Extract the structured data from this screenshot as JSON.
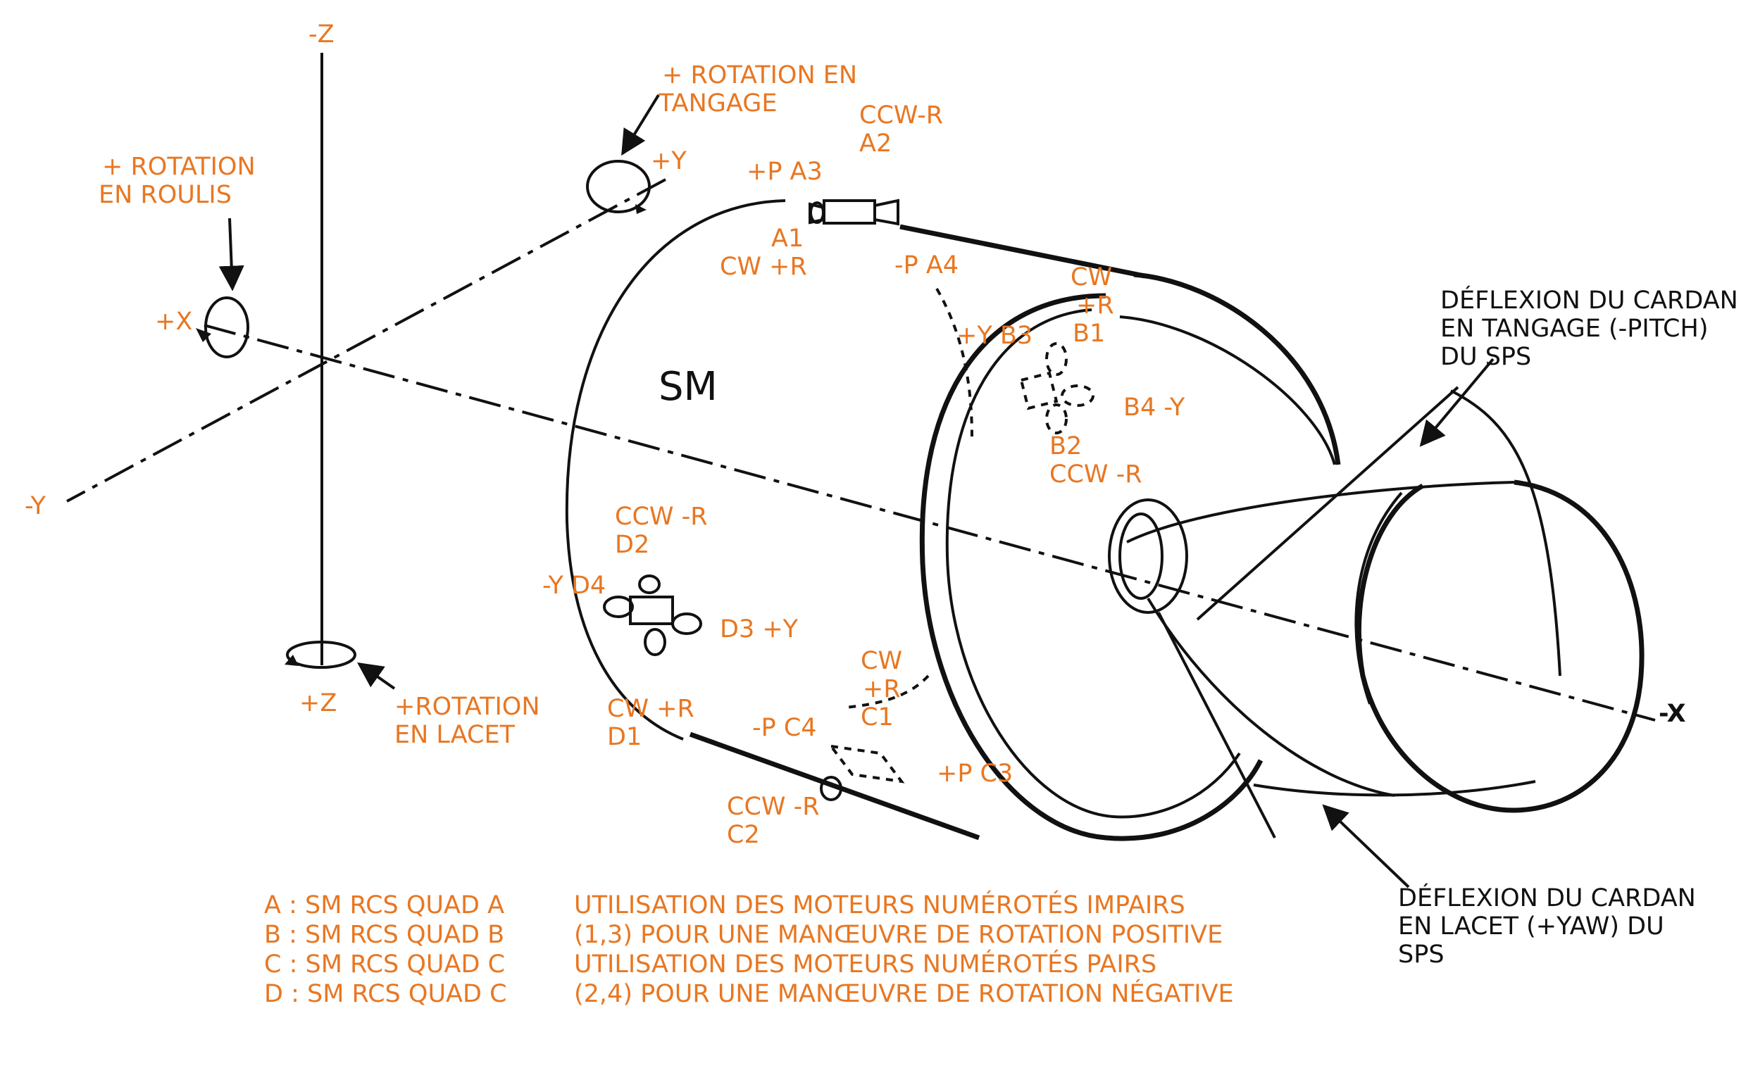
{
  "accent_color": "#e87722",
  "line_color": "#111111",
  "axes": {
    "neg_z": "-Z",
    "pos_y": "+Y",
    "pos_x": "+X",
    "neg_y": "-Y",
    "pos_z": "+Z",
    "neg_x": "-X"
  },
  "rotations": {
    "pitch": [
      "+ ROTATION EN",
      "TANGAGE"
    ],
    "roll": [
      "+ ROTATION",
      "EN ROULIS"
    ],
    "yaw": [
      "+ROTATION",
      "EN LACET"
    ]
  },
  "module_label": "SM",
  "quad_a": {
    "a2": [
      "CCW-R",
      "A2"
    ],
    "a3": "+P A3",
    "a1": [
      "A1",
      "CW +R"
    ],
    "a4": "-P A4"
  },
  "quad_b": {
    "b1": [
      "CW",
      "+R",
      "B1"
    ],
    "b3": "+Y B3",
    "b4": "B4 -Y",
    "b2": [
      "B2",
      "CCW -R"
    ]
  },
  "quad_d": {
    "d2": [
      "CCW -R",
      "D2"
    ],
    "d4": "-Y D4",
    "d3": "D3 +Y",
    "d1": [
      "CW +R",
      "D1"
    ]
  },
  "quad_c": {
    "c1": [
      "CW",
      "+R",
      "C1"
    ],
    "c4": "-P C4",
    "c3": "+P C3",
    "c2": [
      "CCW -R",
      "C2"
    ]
  },
  "gimbal": {
    "pitch": [
      "DÉFLEXION DU CARDAN",
      "EN TANGAGE (-PITCH)",
      "DU SPS"
    ],
    "yaw": [
      "DÉFLEXION DU CARDAN",
      "EN LACET (+YAW) DU",
      "SPS"
    ]
  },
  "legend": {
    "quads": [
      "A : SM RCS QUAD A",
      "B : SM RCS QUAD B",
      "C : SM RCS QUAD C",
      "D : SM RCS QUAD C"
    ],
    "notes": [
      "UTILISATION DES MOTEURS NUMÉROTÉS IMPAIRS",
      "(1,3) POUR UNE MANŒUVRE DE ROTATION POSITIVE",
      "UTILISATION DES MOTEURS NUMÉROTÉS PAIRS",
      "(2,4) POUR UNE MANŒUVRE DE ROTATION NÉGATIVE"
    ]
  }
}
